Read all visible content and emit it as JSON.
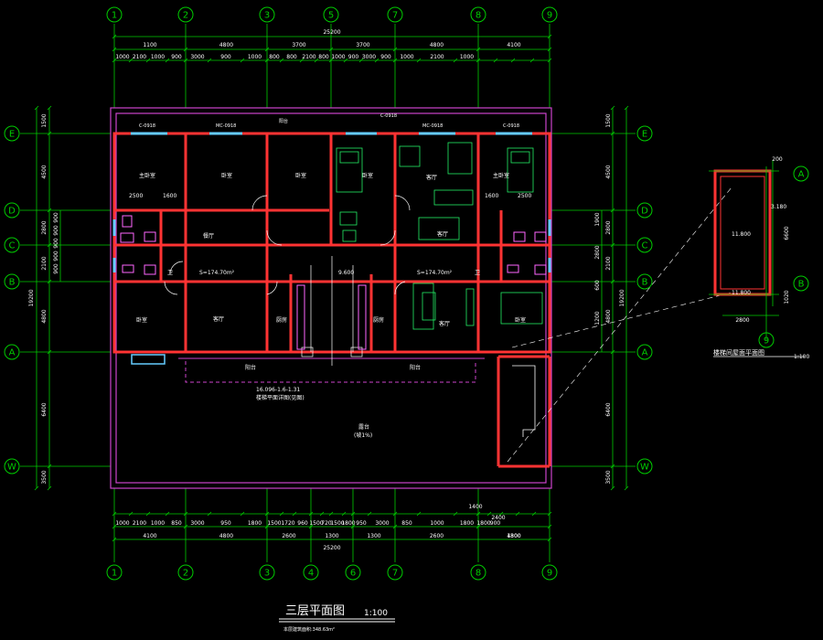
{
  "drawing": {
    "title": "三层平面图",
    "scale": "1:100",
    "subtitle": "本层建筑面积:348.63m²",
    "side_title": "楼梯间屋面平面图",
    "side_scale": "1:100"
  },
  "axes": {
    "top": [
      "1",
      "2",
      "3",
      "5",
      "7",
      "8",
      "9"
    ],
    "bottom": [
      "1",
      "2",
      "3",
      "4",
      "6",
      "7",
      "8",
      "9"
    ],
    "left": [
      "E",
      "D",
      "C",
      "B",
      "A",
      "W"
    ],
    "right": [
      "E",
      "D",
      "C",
      "B",
      "A",
      "W"
    ],
    "side_axes": [
      "A",
      "B",
      "9"
    ]
  },
  "dimensions": {
    "total_width": "25200",
    "total_depth": "19200",
    "top_row1": [
      "1100",
      "4800",
      "3700",
      "3700",
      "4800",
      "4100"
    ],
    "top_row2": [
      "1000",
      "2100",
      "1000",
      "900",
      "3000",
      "900",
      "1000",
      "800",
      "800",
      "2100",
      "800",
      "1000",
      "900",
      "3000",
      "900",
      "1000",
      "2100",
      "1000"
    ],
    "bottom_row1": [
      "1000",
      "2100",
      "1000",
      "850",
      "3000",
      "950",
      "1800",
      "1500",
      "1720",
      "960",
      "1500",
      "720",
      "1500",
      "1800",
      "950",
      "3000",
      "850",
      "1000",
      "1800",
      "1800",
      "900"
    ],
    "bottom_row2": [
      "4100",
      "4800",
      "2600",
      "1300",
      "1300",
      "2600",
      "4800",
      "1300",
      "2800"
    ],
    "bottom_extra": [
      "1400",
      "2400"
    ],
    "left_col": [
      "1500",
      "4500",
      "2800",
      "2100",
      "4800",
      "6400",
      "3500"
    ],
    "left_sub": [
      "900",
      "900",
      "900",
      "900",
      "900"
    ],
    "right_col": [
      "1500",
      "4500",
      "2800",
      "2100",
      "4800",
      "6400",
      "3500"
    ],
    "right_sub": [
      "1900",
      "2800",
      "600",
      "1200"
    ],
    "side_dims": [
      "6600",
      "2800",
      "1020",
      "200"
    ]
  },
  "rooms": {
    "bedroom_nw": "主卧室",
    "bedroom_2": "卧室",
    "bedroom_3": "卧室",
    "bedroom_4": "卧室",
    "living_top": "客厅",
    "bedroom_ne": "主卧室",
    "bedroom_sw": "卧室",
    "dining_left": "餐厅",
    "kitchen_left": "厨房",
    "kitchen_right": "厨房",
    "living_right": "客厅",
    "bedroom_se": "卧室",
    "hall_left": "客厅",
    "balcony_left": "阳台",
    "balcony_right": "阳台",
    "terrace": "露台",
    "terrace_note": "(坡1%)",
    "bath_small_1": "卫",
    "bath_small_2": "卫"
  },
  "notes": {
    "area_left": "S=174.70m²",
    "area_right": "S=174.70m²",
    "level": "9.600",
    "stair_note_1": "16.096-1.6-1.31",
    "stair_note_2": "楼梯平面详图(见图)",
    "dims_2500_l": "2500",
    "dims_1600_l": "1600",
    "dims_1600_r": "1600",
    "dims_2500_r": "2500",
    "side_level_1": "11.800",
    "side_level_2": "11.800",
    "side_mark": "3.180",
    "window_labels": [
      "C-0918",
      "MC-0918",
      "阳台",
      "C-0918",
      "MC-0918",
      "C-0918"
    ]
  },
  "colors": {
    "axis_line": "#00cc00",
    "dim": "#ffffff",
    "wall": "#ff3333",
    "outline": "#cc44cc",
    "window": "#66ccff",
    "furniture": "#ff66ff",
    "furniture2": "#22ee66",
    "text_yellow": "#ffff66",
    "center_line": "#888888"
  }
}
